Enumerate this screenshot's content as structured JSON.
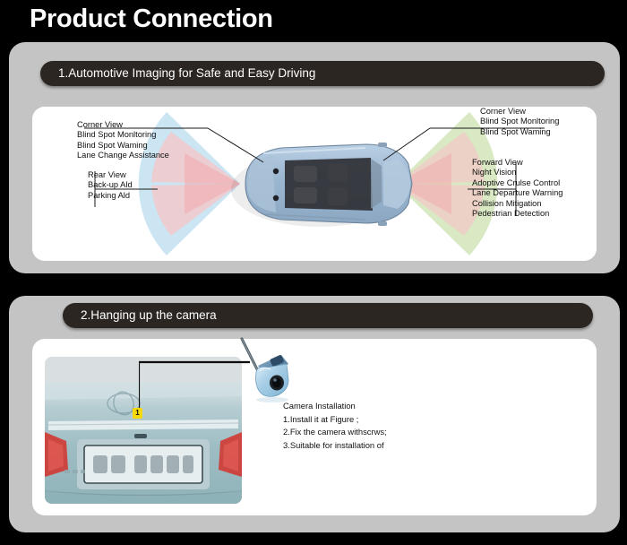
{
  "page": {
    "title": "Product Connection"
  },
  "sections": [
    {
      "header": "1.Automotive Imaging for Safe and Easy Driving",
      "diagram": {
        "rear_corner_labels": [
          "Corner View",
          "Blind Spot Monltoring",
          "Blind Spot Waming",
          "Lane Change Assistance"
        ],
        "rear_parking_labels": [
          "Rear View",
          "Back-up Ald",
          "Parking Ald"
        ],
        "front_corner_labels": [
          "Corner View",
          "Blind Spot Monltoring",
          "Blind Spot Waming"
        ],
        "front_main_labels": [
          "Forward View",
          "Night Vision",
          "Adoptive Crulse Control",
          "Lane Departure Warning",
          "Collision Mitigation",
          "Pedestrian Detection"
        ],
        "colors": {
          "cone_blue": "#b9dcef",
          "cone_pink": "#f3c7c8",
          "cone_green": "#cde3b2",
          "car_body": "#9fb8cf"
        }
      }
    },
    {
      "header": "2.Hanging up the camera",
      "install": {
        "title": "Camera Installation",
        "steps": [
          "1.Install it at Figure ;",
          "2.Fix the camera withscrws;",
          "3.Suitable for installation of"
        ]
      },
      "marker_label": "1",
      "colors": {
        "marker": "#f5d90a",
        "camera_body": "#a8cfe6",
        "car_paint": "#9cc0c4"
      }
    }
  ]
}
